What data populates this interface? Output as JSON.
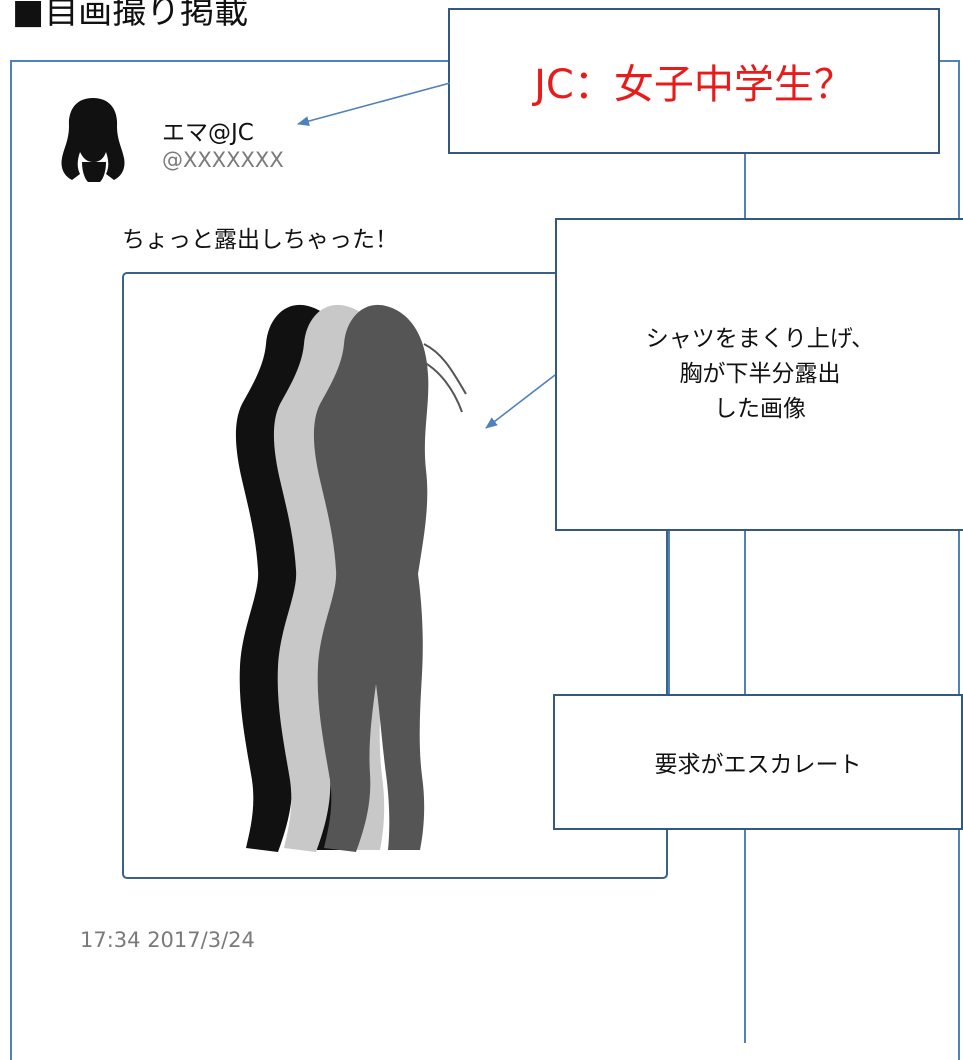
{
  "heading": "■自画撮り掲載",
  "post": {
    "username": "エマ@JC",
    "handle": "@XXXXXXX",
    "text": "ちょっと露出しちゃった！",
    "timestamp": "17:34 2017/3/24"
  },
  "callouts": {
    "title": "JC：女子中学生？",
    "image": "シャツをまくり上げ、\n胸が下半分露出\nした画像",
    "escalate": "要求がエスカレート"
  },
  "colors": {
    "accent": "#4f81bd",
    "callout_border": "#34587e",
    "highlight_text": "#e81b1b",
    "muted_text": "#7a7a7a",
    "silhouette_dark": "#111111",
    "silhouette_light": "#c8c8c8",
    "silhouette_mid": "#555555"
  }
}
